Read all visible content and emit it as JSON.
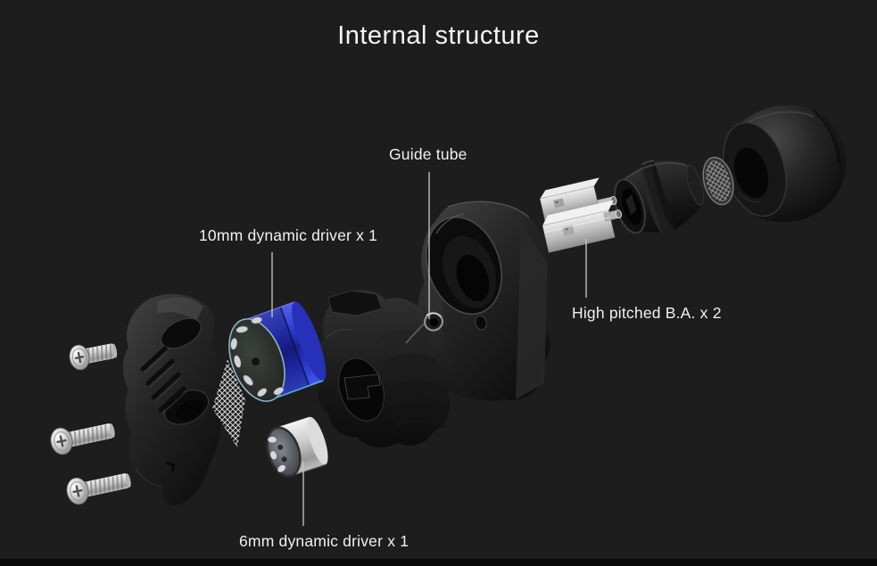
{
  "page": {
    "title": "Internal structure",
    "colors": {
      "background": "#1d1d1d",
      "bottom_bar": "#0a0a0a",
      "text": "#f0f0f0",
      "leader_line": "#c9c9c9",
      "driver_blue": "#2e3ad2",
      "metal_silver": "#cfcfcf",
      "part_black": "#141414"
    }
  },
  "labels": {
    "guide_tube": "Guide tube",
    "dynamic_driver_10mm": "10mm dynamic driver x 1",
    "high_pitched_ba": "High pitched B.A. x 2",
    "dynamic_driver_6mm": "6mm dynamic driver x 1"
  },
  "parts": [
    "pan-head-screws",
    "faceplate",
    "tuning-mesh",
    "10mm-dynamic-driver",
    "6mm-dynamic-driver",
    "driver-holder",
    "guide-tube",
    "earphone-housing",
    "balanced-armature-drivers",
    "nozzle",
    "nozzle-mesh-filter",
    "silicone-ear-tip"
  ]
}
